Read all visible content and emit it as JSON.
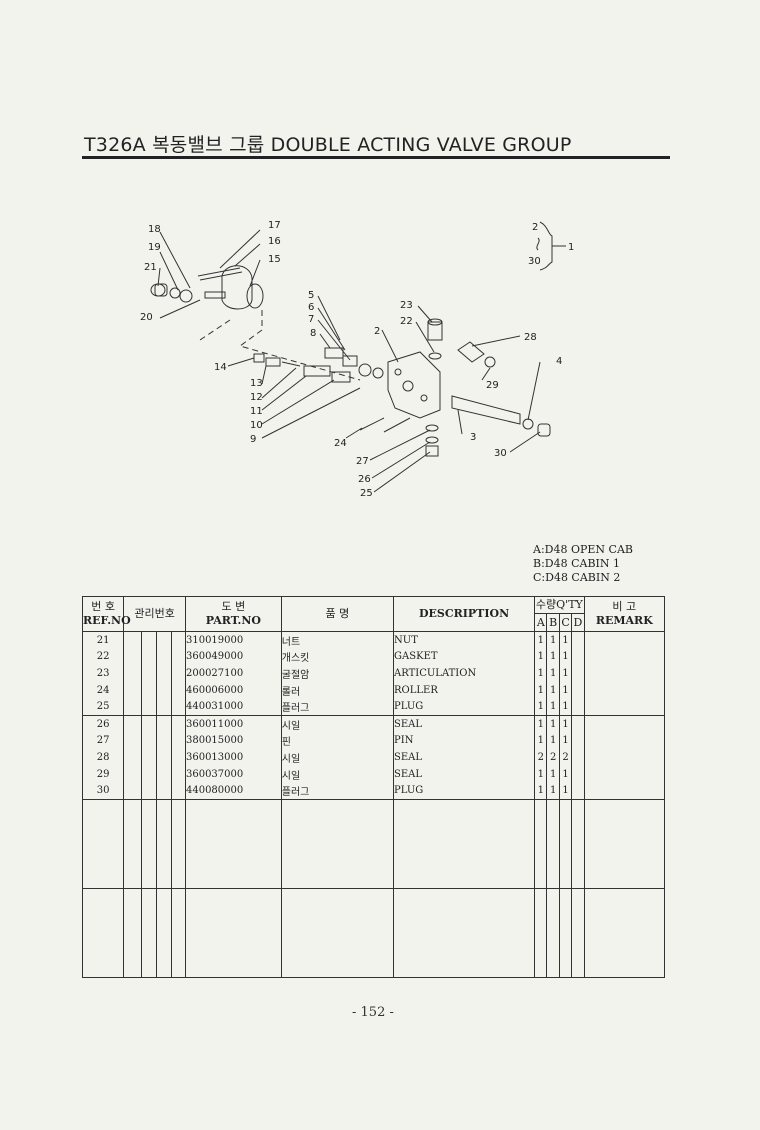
{
  "header": {
    "title": "T326A 복동밸브 그룹 DOUBLE ACTING VALVE GROUP"
  },
  "diagram": {
    "labels": [
      "18",
      "19",
      "21",
      "20",
      "17",
      "16",
      "15",
      "5",
      "6",
      "7",
      "8",
      "2",
      "23",
      "22",
      "28",
      "29",
      "4",
      "3",
      "30",
      "14",
      "13",
      "12",
      "11",
      "10",
      "9",
      "24",
      "27",
      "26",
      "25"
    ],
    "assembly_note": {
      "top": "2",
      "mid": "1",
      "bottom": "30"
    }
  },
  "legend": {
    "a": "A:D48 OPEN CAB",
    "b": "B:D48 CABIN 1",
    "c": "C:D48 CABIN 2"
  },
  "table": {
    "headers": {
      "refno_kr": "번 호",
      "refno_en": "REF.NO",
      "mgmt_kr": "관리번호",
      "partno_kr": "도 변",
      "partno_en": "PART.NO",
      "name_kr": "품 명",
      "description": "DESCRIPTION",
      "qty_kr": "수량",
      "qty_en": "Q'TY",
      "qty_a": "A",
      "qty_b": "B",
      "qty_c": "C",
      "qty_d": "D",
      "remark_kr": "비 고",
      "remark_en": "REMARK"
    },
    "rows": [
      {
        "ref": "21",
        "part_no": "310019000",
        "name_kr": "너트",
        "desc": "NUT",
        "a": "1",
        "b": "1",
        "c": "1",
        "d": ""
      },
      {
        "ref": "22",
        "part_no": "360049000",
        "name_kr": "개스킷",
        "desc": "GASKET",
        "a": "1",
        "b": "1",
        "c": "1",
        "d": ""
      },
      {
        "ref": "23",
        "part_no": "200027100",
        "name_kr": "굴절암",
        "desc": "ARTICULATION",
        "a": "1",
        "b": "1",
        "c": "1",
        "d": ""
      },
      {
        "ref": "24",
        "part_no": "460006000",
        "name_kr": "롤러",
        "desc": "ROLLER",
        "a": "1",
        "b": "1",
        "c": "1",
        "d": ""
      },
      {
        "ref": "25",
        "part_no": "440031000",
        "name_kr": "플러그",
        "desc": "PLUG",
        "a": "1",
        "b": "1",
        "c": "1",
        "d": ""
      },
      {
        "ref": "26",
        "part_no": "360011000",
        "name_kr": "시일",
        "desc": "SEAL",
        "a": "1",
        "b": "1",
        "c": "1",
        "d": ""
      },
      {
        "ref": "27",
        "part_no": "380015000",
        "name_kr": "핀",
        "desc": "PIN",
        "a": "1",
        "b": "1",
        "c": "1",
        "d": ""
      },
      {
        "ref": "28",
        "part_no": "360013000",
        "name_kr": "시일",
        "desc": "SEAL",
        "a": "2",
        "b": "2",
        "c": "2",
        "d": ""
      },
      {
        "ref": "29",
        "part_no": "360037000",
        "name_kr": "시일",
        "desc": "SEAL",
        "a": "1",
        "b": "1",
        "c": "1",
        "d": ""
      },
      {
        "ref": "30",
        "part_no": "440080000",
        "name_kr": "플러그",
        "desc": "PLUG",
        "a": "1",
        "b": "1",
        "c": "1",
        "d": ""
      }
    ]
  },
  "footer": {
    "page": "- 152 -"
  }
}
